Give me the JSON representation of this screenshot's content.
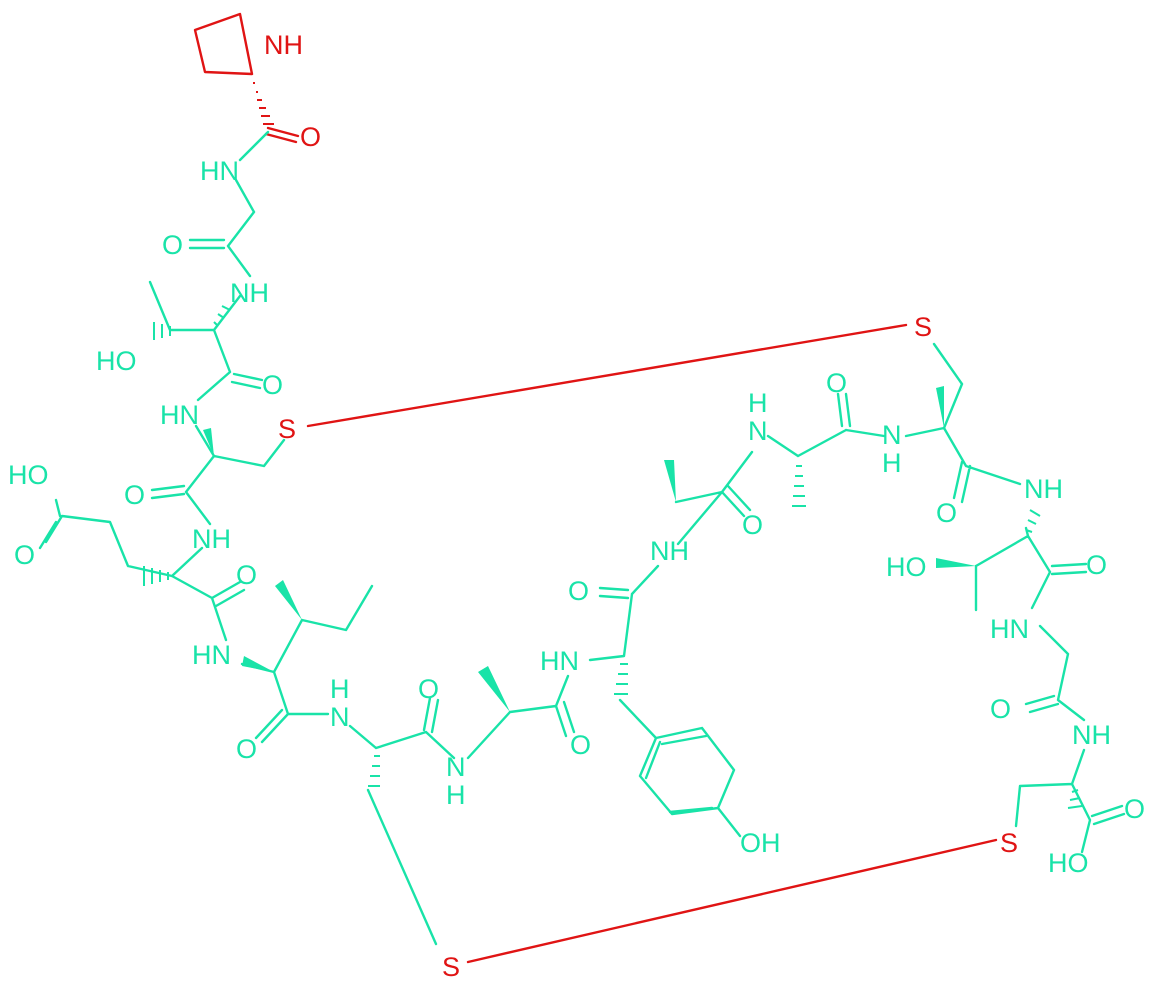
{
  "colors": {
    "peptide": "#19e3a8",
    "highlight": "#e01414",
    "background": "#ffffff"
  },
  "atom_labels": {
    "nh": "NH",
    "hn": "HN",
    "n": "N",
    "h": "H",
    "o": "O",
    "s": "S",
    "ho": "HO",
    "oh": "OH"
  }
}
